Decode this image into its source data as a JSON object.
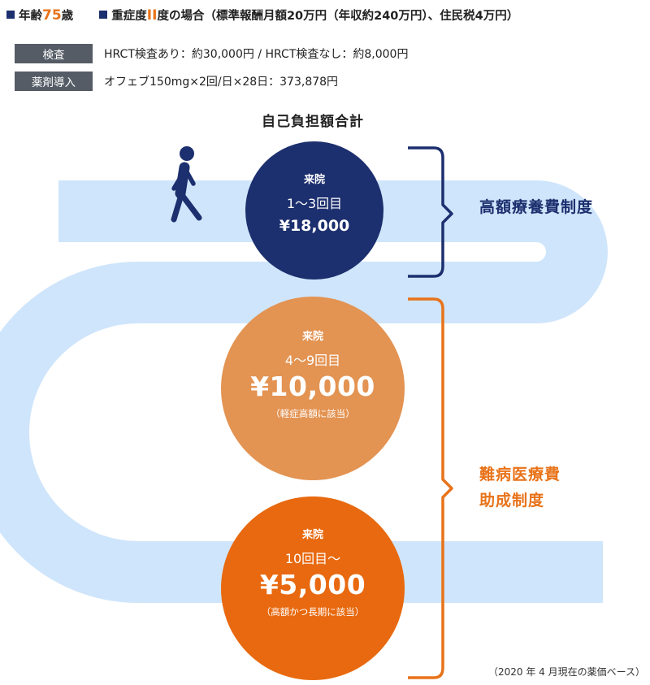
{
  "header": {
    "age_label": "年齢",
    "age_value": "75",
    "age_unit": "歳",
    "severity_label": "重症度",
    "severity_value": "II",
    "severity_rest": "度の場合（標準報酬月額20万円（年収約240万円）、住民税4万円）"
  },
  "info": [
    {
      "tag": "検査",
      "text": "HRCT検査あり：約30,000円 / HRCT検査なし：約8,000円"
    },
    {
      "tag": "薬剤導入",
      "text": "オフェブ150mg×2回/日×28日：373,878円"
    }
  ],
  "total_label": "自己負担額合計",
  "circles": [
    {
      "visit": "来院",
      "range": "1〜3回目",
      "price": "¥18,000",
      "note": ""
    },
    {
      "visit": "来院",
      "range": "4〜9回目",
      "price": "¥10,000",
      "note": "（軽症高額に該当）"
    },
    {
      "visit": "来院",
      "range": "10回目〜",
      "price": "¥5,000",
      "note": "（高額かつ長期に該当）"
    }
  ],
  "schemes": {
    "high_cost": "高額療養費制度",
    "intractable_line1": "難病医療費",
    "intractable_line2": "助成制度"
  },
  "footnote": "（2020 年 4 月現在の薬価ベース）",
  "colors": {
    "navy": "#1c2f6e",
    "orange": "#e8731a",
    "light_orange": "#e39352",
    "deep_orange": "#e8690f",
    "path_blue": "#cfe5fb",
    "tag_gray": "#555c66"
  },
  "icons": {
    "walker": "walking-person-icon"
  }
}
